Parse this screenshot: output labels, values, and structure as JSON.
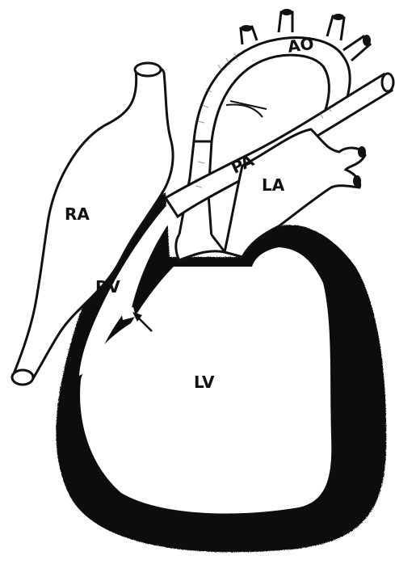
{
  "labels": {
    "ao": "AO",
    "pa": "PA",
    "la": "LA",
    "ra": "RA",
    "rv": "RV",
    "lv": "LV"
  },
  "colors": {
    "ink": "#111111",
    "paper": "#ffffff",
    "shade": "#555555"
  }
}
